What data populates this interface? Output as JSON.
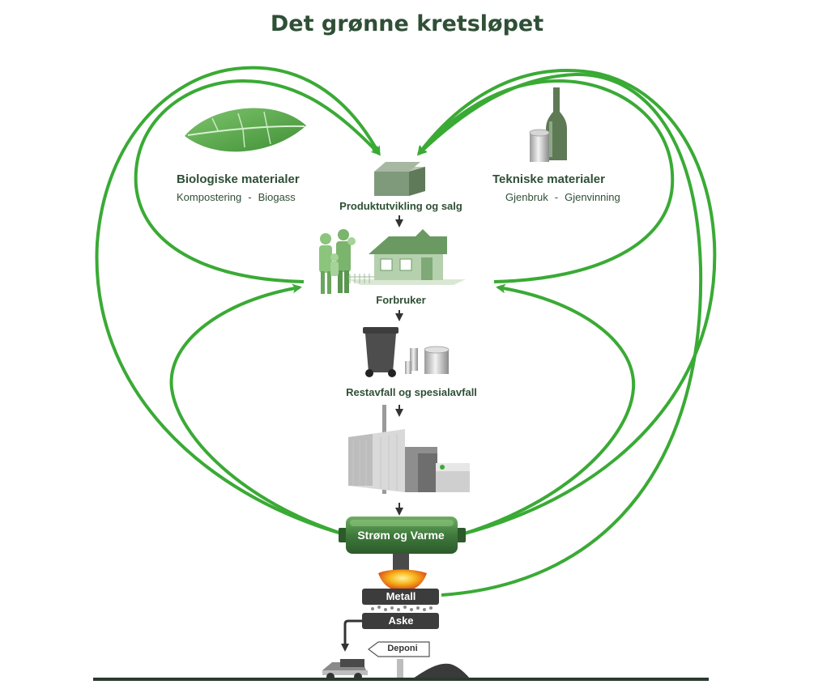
{
  "title": "Det grønne kretsløpet",
  "left_group": {
    "title": "Biologiske materialer",
    "items": [
      "Kompostering",
      "Biogass"
    ],
    "separator": "-"
  },
  "right_group": {
    "title": "Tekniske materialer",
    "items": [
      "Gjenbruk",
      "Gjenvinning"
    ],
    "separator": "-"
  },
  "stages": {
    "product": "Produktutvikling og salg",
    "consumer": "Forbruker",
    "waste": "Restavfall og spesialavfall",
    "energy": "Strøm og Varme",
    "metal": "Metall",
    "ash": "Aske",
    "landfill": "Deponi"
  },
  "colors": {
    "cycle_green": "#3aaa35",
    "title_green": "#2f4f36",
    "dark_bar": "#3c3c3c",
    "energy_green": "#3f7a3c"
  }
}
